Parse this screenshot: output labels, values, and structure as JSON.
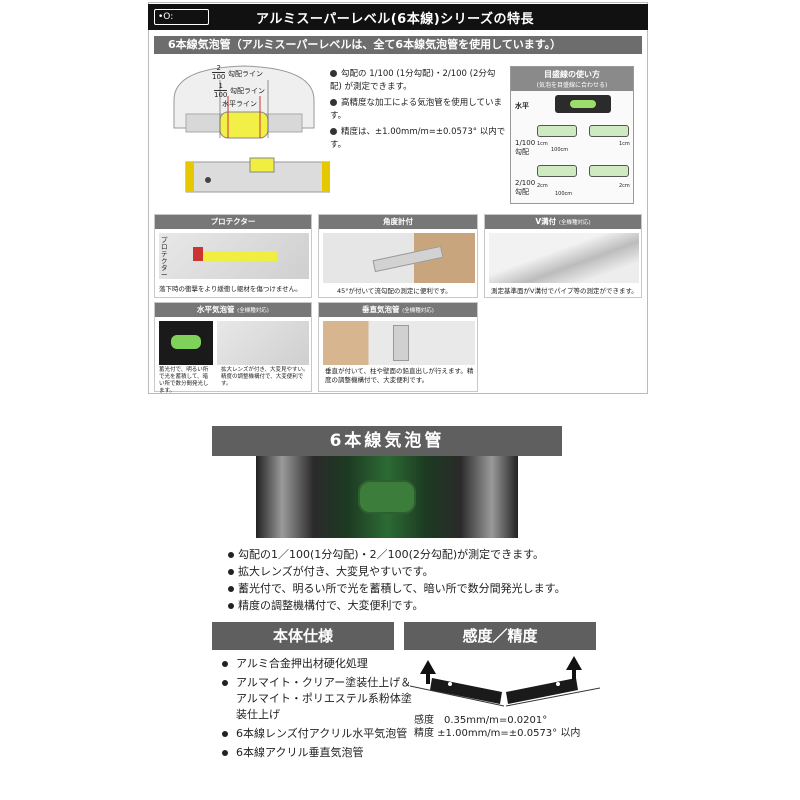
{
  "banner": {
    "logo": "•O:",
    "title": "アルミスーパーレベル(6本線)シリーズの特長"
  },
  "subbanner": "6本線気泡管（アルミスーパーレベルは、全て6本線気泡管を使用しています。）",
  "diagram": {
    "frac_top": "2",
    "frac_bottom": "100",
    "label_2_100": "勾配ライン",
    "frac2_top": "1",
    "frac2_bottom": "100",
    "label_1_100": "勾配ライン",
    "label_level": "水平ライン"
  },
  "feature_bullets": [
    "勾配の 1/100 (1分勾配)・2/100 (2分勾配) が測定できます。",
    "高精度な加工による気泡管を使用しています。",
    "精度は、±1.00mm/m=±0.0573° 以内です。"
  ],
  "guide": {
    "title": "目盛線の使い方",
    "subtitle": "(気泡を目盛線に合わせる)",
    "row1": "水平",
    "row2": "1/100勾配",
    "row3": "2/100勾配",
    "cm1": "1cm",
    "cm2": "2cm",
    "len": "100cm"
  },
  "boxes": {
    "protector": {
      "head": "プロテクター",
      "side": "プロテクター",
      "cap": "落下時の衝撃をより緩衝し躯材を傷つけません。"
    },
    "angle": {
      "head": "角度計付",
      "cap": "45°が付いて流勾配の測定に便利です。"
    },
    "vgroove": {
      "head": "V溝付",
      "note": "(全機種対応)",
      "cap": "測定基準面がV溝付でパイプ等の測定ができます。"
    },
    "hvial": {
      "head": "水平気泡管",
      "note": "(全機種対応)",
      "cap_left": "蓄光付で、明るい所で光を蓄積して、暗い所で数分間発光します。",
      "cap_right": "拡大レンズが付き、大変見やすい。精度の調整機構付で、大変便利です。"
    },
    "vvial": {
      "head": "垂直気泡管",
      "note": "(全機種対応)",
      "cap": "垂直が付いて、柱や壁面の鉛直出しが行えます。精度の調整機構付で、大変便利です。"
    }
  },
  "vial_section": {
    "title": "6本線気泡管",
    "items": [
      "勾配の1／100(1分勾配)・2／100(2分勾配)が測定できます。",
      "拡大レンズが付き、大変見やすいです。",
      "蓄光付で、明るい所で光を蓄積して、暗い所で数分間発光します。",
      "精度の調整機構付で、大変便利です。"
    ]
  },
  "spec": {
    "title": "本体仕様",
    "items": [
      "アルミ合金押出材硬化処理",
      "アルマイト・クリアー塗装仕上げ＆アルマイト・ポリエステル系粉体塗装仕上げ",
      "6本線レンズ付アクリル水平気泡管",
      "6本線アクリル垂直気泡管"
    ]
  },
  "sensitivity": {
    "title": "感度／精度",
    "line1": "感度　0.35mm/m=0.0201°",
    "line2": "精度 ±1.00mm/m=±0.0573° 以内"
  }
}
